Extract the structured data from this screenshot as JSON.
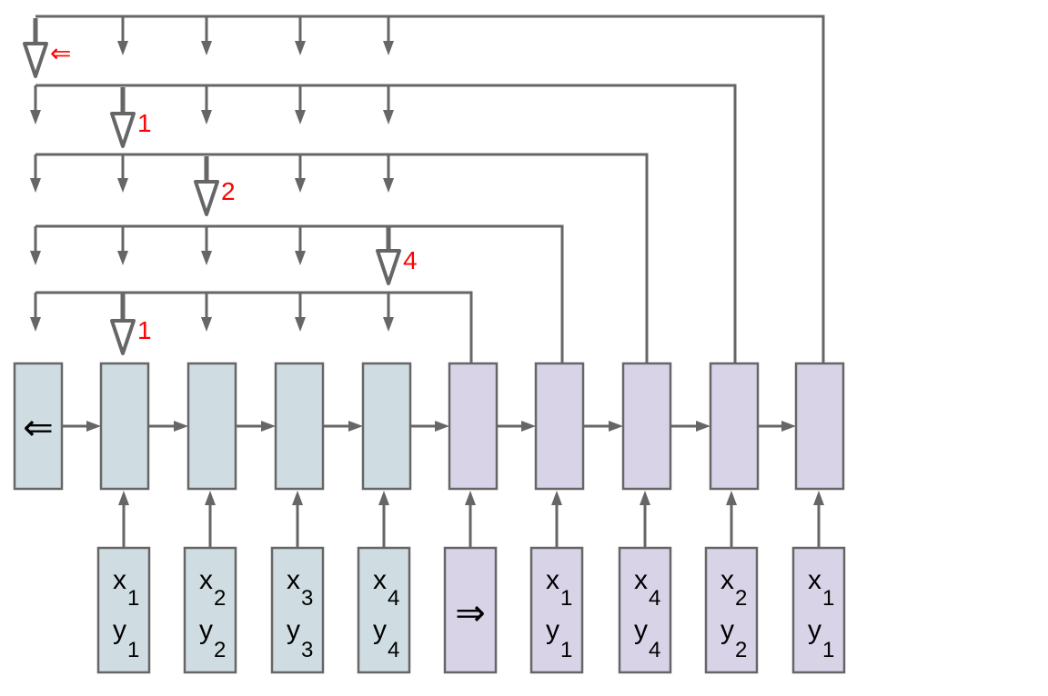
{
  "colors": {
    "encoder_fill": "#cfdde2",
    "decoder_fill": "#d9d3e8",
    "line": "#666666",
    "pointer_label": "#ff0000"
  },
  "encoder_cells": [
    {
      "symbol": "⇐"
    },
    {
      "symbol": ""
    },
    {
      "symbol": ""
    },
    {
      "symbol": ""
    },
    {
      "symbol": ""
    }
  ],
  "decoder_cells": [
    {
      "symbol": ""
    },
    {
      "symbol": ""
    },
    {
      "symbol": ""
    },
    {
      "symbol": ""
    },
    {
      "symbol": ""
    }
  ],
  "encoder_inputs": [
    {
      "x": "x",
      "x_sub": "1",
      "y": "y",
      "y_sub": "1"
    },
    {
      "x": "x",
      "x_sub": "2",
      "y": "y",
      "y_sub": "2"
    },
    {
      "x": "x",
      "x_sub": "3",
      "y": "y",
      "y_sub": "3"
    },
    {
      "x": "x",
      "x_sub": "4",
      "y": "y",
      "y_sub": "4"
    }
  ],
  "decoder_start_symbol": "⇒",
  "decoder_inputs": [
    {
      "x": "x",
      "x_sub": "1",
      "y": "y",
      "y_sub": "1"
    },
    {
      "x": "x",
      "x_sub": "4",
      "y": "y",
      "y_sub": "4"
    },
    {
      "x": "x",
      "x_sub": "2",
      "y": "y",
      "y_sub": "2"
    },
    {
      "x": "x",
      "x_sub": "1",
      "y": "y",
      "y_sub": "1"
    }
  ],
  "pointer_labels": [
    "⇐",
    "1",
    "2",
    "4",
    "1"
  ]
}
